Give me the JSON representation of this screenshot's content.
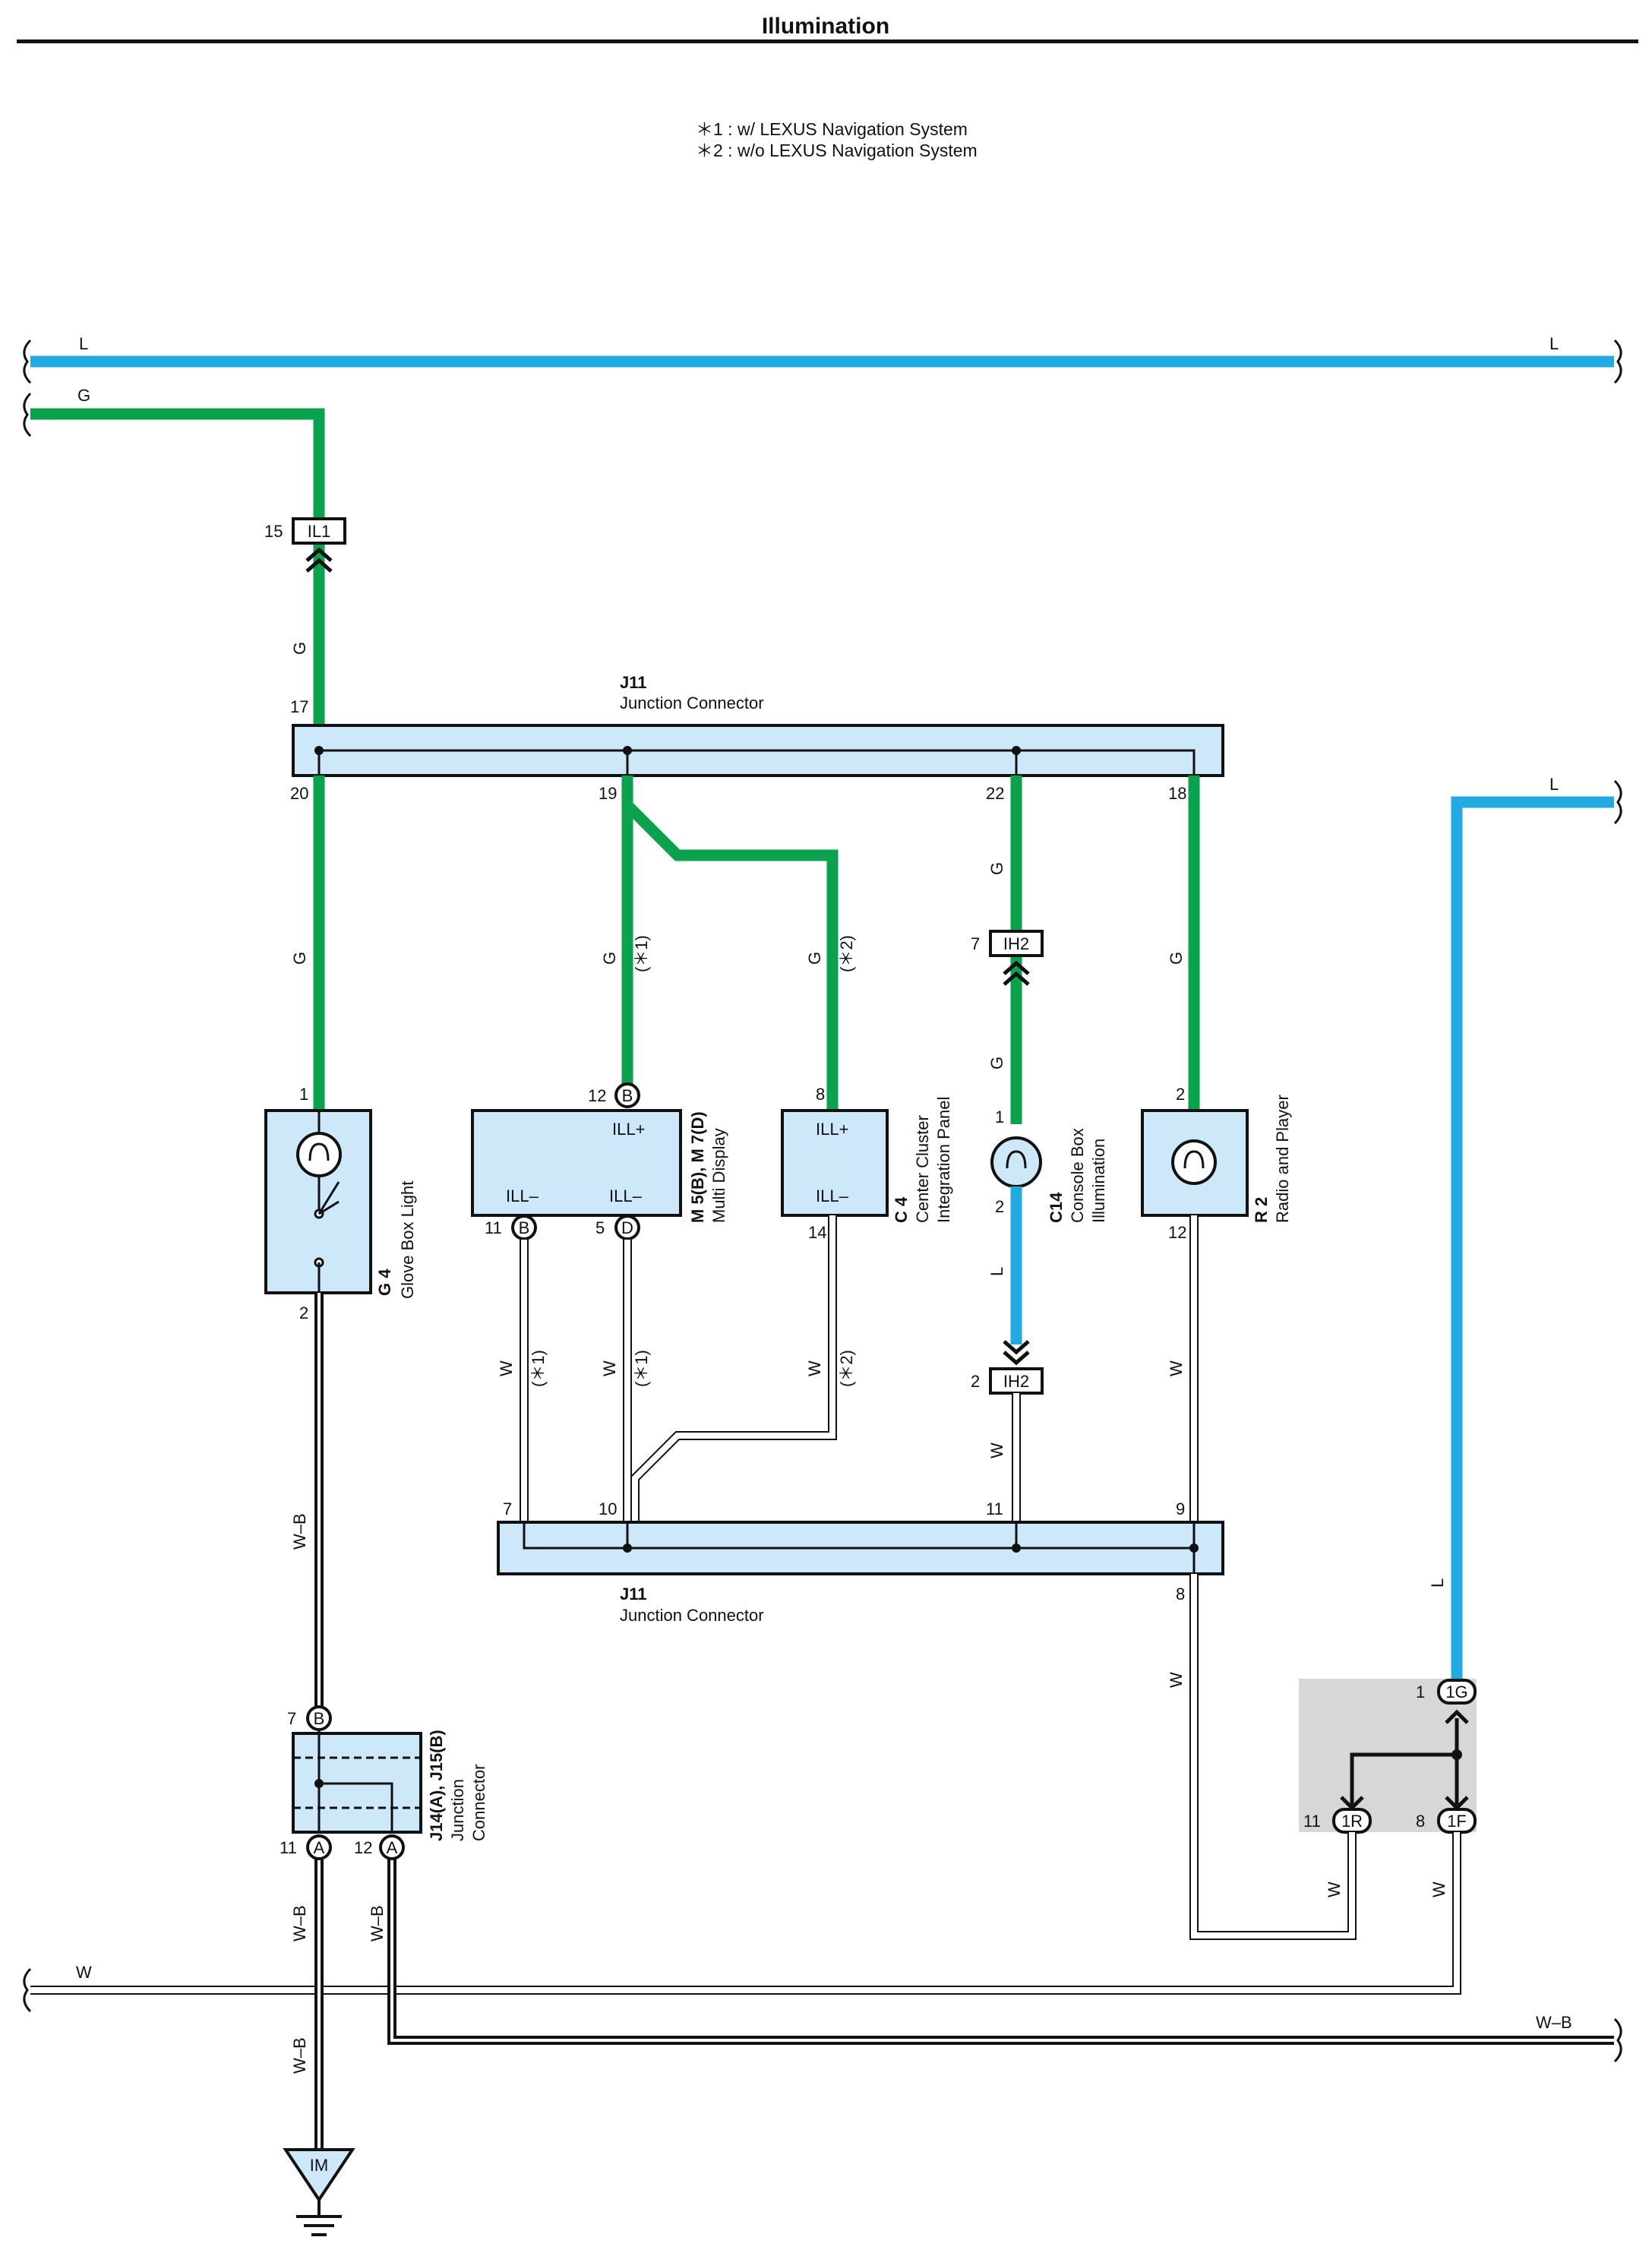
{
  "header": {
    "title": "Illumination"
  },
  "notes": [
    "＊1 : w/ LEXUS Navigation System",
    "＊2 : w/o LEXUS Navigation System"
  ],
  "colors": {
    "blue": "#22aae2",
    "green": "#0aa24d",
    "box": "#cde8f8",
    "grey": "#d6d7d9",
    "black": "#111111",
    "white_wire": "#ffffff"
  },
  "labels": {
    "L": "L",
    "G": "G",
    "W": "W",
    "WB": "W–B",
    "star1": "(＊1)",
    "star2": "(＊2)",
    "ill_plus": "ILL+",
    "ill_minus": "ILL–"
  },
  "connectors": {
    "il1": {
      "name": "IL1",
      "pin": "15"
    },
    "ih2_top": {
      "name": "IH2",
      "pin": "7"
    },
    "ih2_bot": {
      "name": "IH2",
      "pin": "2"
    },
    "ground": "IM"
  },
  "components": {
    "j11_top": {
      "code": "J11",
      "desc": "Junction Connector",
      "pins": [
        "17",
        "20",
        "19",
        "22",
        "18"
      ]
    },
    "j11_bottom": {
      "code": "J11",
      "desc": "Junction Connector",
      "pins": [
        "7",
        "10",
        "11",
        "9",
        "8"
      ]
    },
    "g4": {
      "code": "G 4",
      "desc": "Glove Box Light",
      "pins": [
        "1",
        "2"
      ]
    },
    "m5": {
      "code": "M 5(B), M 7(D)",
      "desc": "Multi Display",
      "pins": [
        "12",
        "11",
        "5"
      ],
      "letters": [
        "B",
        "B",
        "D"
      ]
    },
    "c4": {
      "code": "C 4",
      "desc1": "Center Cluster",
      "desc2": "Integration Panel",
      "pins": [
        "8",
        "14"
      ]
    },
    "c14": {
      "code": "C14",
      "desc1": "Console Box",
      "desc2": "Illumination",
      "pins": [
        "1",
        "2"
      ]
    },
    "r2": {
      "code": "R 2",
      "desc": "Radio and Player",
      "pins": [
        "2",
        "12"
      ]
    },
    "j14": {
      "code": "J14(A), J15(B)",
      "desc1": "Junction",
      "desc2": "Connector",
      "pins": [
        "7",
        "11",
        "12"
      ],
      "letters": [
        "B",
        "A",
        "A"
      ]
    },
    "jb": {
      "pins": [
        "1",
        "11",
        "8"
      ],
      "names": [
        "1G",
        "1R",
        "1F"
      ]
    }
  }
}
